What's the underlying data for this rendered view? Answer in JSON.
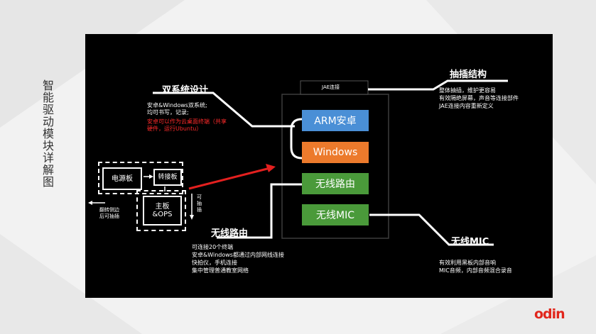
{
  "side_title": "智能驱动模块详解图",
  "jae": {
    "label": "JAE连接"
  },
  "modules": [
    {
      "label": "ARM安卓",
      "color": "#4a8fd6"
    },
    {
      "label": "Windows",
      "color": "#ec7a2c"
    },
    {
      "label": "无线路由",
      "color": "#4a9a3a"
    },
    {
      "label": "无线MIC",
      "color": "#4a9a3a"
    }
  ],
  "dual_system": {
    "title": "双系统设计",
    "lines": [
      "安卓&Windows双系统;",
      "均可书写，记录;"
    ],
    "red_lines": [
      "安卓可以作为云桌面终端（共享",
      "硬件，运行Ubuntu）"
    ]
  },
  "plug": {
    "title": "抽插结构",
    "lines": [
      "整体抽插，维护更容易",
      "有效隔绝屏幕，声音等连接部件",
      "JAE连接内容重新定义"
    ]
  },
  "router": {
    "title": "无线路由",
    "lines": [
      "可连接20个终端",
      "安卓&Windows都通过内部网线连接",
      "快拍仪，手机连接",
      "集中管理普通教室网络"
    ]
  },
  "mic": {
    "title": "无线MIC",
    "lines": [
      "有效利用黑板内部音响",
      "MIC音频，内部音频混合录音"
    ]
  },
  "boards": {
    "power": "电源板",
    "adapter": "转接板",
    "main": "主板\n&OPS",
    "pull_note": "可\n抽\n插",
    "flip_note": "翻转侧边\n后可抽插"
  },
  "logo": {
    "text": "odin",
    "color": "#e1261c"
  },
  "colors": {
    "arrow": "#e3201f",
    "stage": "#000000"
  }
}
